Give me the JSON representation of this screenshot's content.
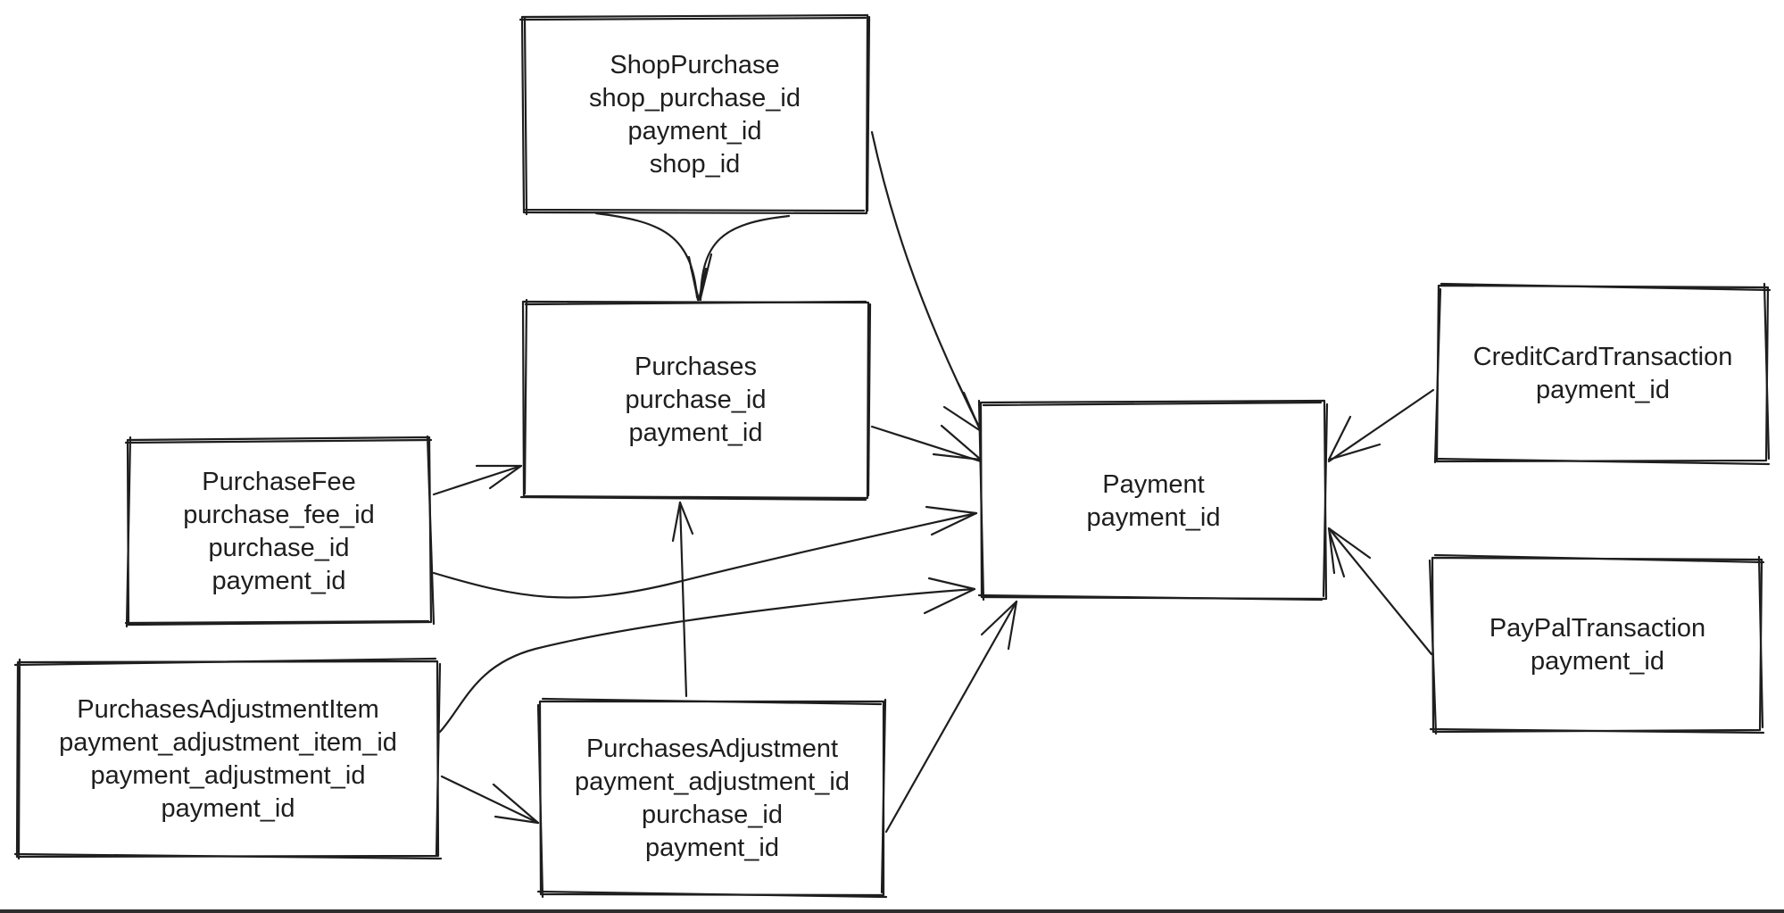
{
  "entities": {
    "shop_purchase": {
      "fields": [
        "ShopPurchase",
        "shop_purchase_id",
        "payment_id",
        "shop_id"
      ]
    },
    "purchases": {
      "fields": [
        "Purchases",
        "purchase_id",
        "payment_id"
      ]
    },
    "purchase_fee": {
      "fields": [
        "PurchaseFee",
        "purchase_fee_id",
        "purchase_id",
        "payment_id"
      ]
    },
    "payment": {
      "fields": [
        "Payment",
        "payment_id"
      ]
    },
    "credit_card_transaction": {
      "fields": [
        "CreditCardTransaction",
        "payment_id"
      ]
    },
    "paypal_transaction": {
      "fields": [
        "PayPalTransaction",
        "payment_id"
      ]
    },
    "purchases_adjustment_item": {
      "fields": [
        "PurchasesAdjustmentItem",
        "payment_adjustment_item_id",
        "payment_adjustment_id",
        "payment_id"
      ]
    },
    "purchases_adjustment": {
      "fields": [
        "PurchasesAdjustment",
        "payment_adjustment_id",
        "purchase_id",
        "payment_id"
      ]
    }
  },
  "relations": [
    {
      "from": "shop_purchase",
      "to": "purchases"
    },
    {
      "from": "shop_purchase",
      "to": "payment"
    },
    {
      "from": "purchases",
      "to": "payment"
    },
    {
      "from": "purchase_fee",
      "to": "purchases"
    },
    {
      "from": "purchase_fee",
      "to": "payment"
    },
    {
      "from": "purchases_adjustment_item",
      "to": "payment"
    },
    {
      "from": "purchases_adjustment_item",
      "to": "purchases_adjustment"
    },
    {
      "from": "purchases_adjustment",
      "to": "purchases"
    },
    {
      "from": "purchases_adjustment",
      "to": "payment"
    },
    {
      "from": "credit_card_transaction",
      "to": "payment"
    },
    {
      "from": "paypal_transaction",
      "to": "payment"
    }
  ],
  "style": {
    "stroke_color": "#1e1e1e",
    "text_color": "#1e1e1e",
    "background": "#ffffff"
  }
}
